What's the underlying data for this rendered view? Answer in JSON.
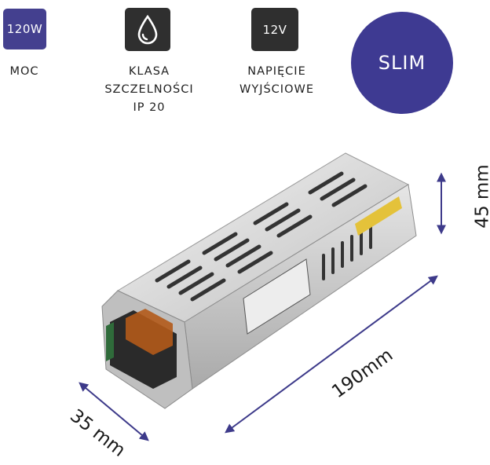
{
  "badges": {
    "power_value": "120W",
    "voltage_value": "12V",
    "waterproof_icon": "water-drop-icon"
  },
  "captions": {
    "power": "MOC",
    "ip_line1": "KLASA",
    "ip_line2": "SZCZELNOŚCI",
    "ip_line3": "IP 20",
    "voltage_line1": "NAPIĘCIE",
    "voltage_line2": "WYJŚCIOWE"
  },
  "slim_badge": "SLIM",
  "dimensions": {
    "height": "45 mm",
    "length": "190mm",
    "width": "35 mm"
  },
  "colors": {
    "accent_purple": "#44408f",
    "dark_badge": "#2f2f2f",
    "arrow_color": "#3d3a8a"
  }
}
